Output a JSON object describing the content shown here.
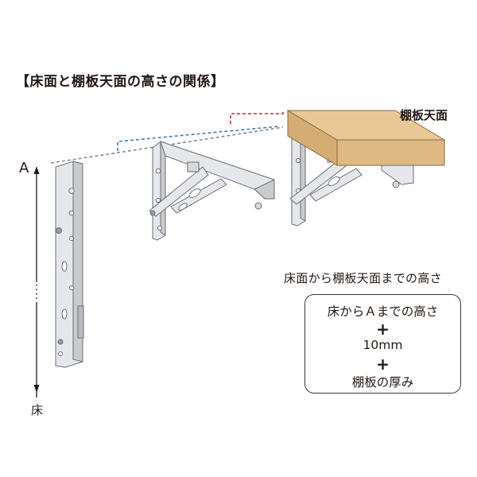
{
  "title": {
    "open_bracket": "【",
    "text": "床面と棚板天面の高さの関係",
    "close_bracket": "】"
  },
  "labels": {
    "shelf_top": "棚板天面",
    "point_a": "A",
    "floor": "床"
  },
  "formula": {
    "caption": "床面から棚板天面までの高さ",
    "line1": "床からＡまでの高さ",
    "plus1": "+",
    "line2": "10mm",
    "plus2": "+",
    "line3": "棚板の厚み"
  },
  "colors": {
    "red_dash": "#d2232a",
    "blue_dash": "#3a7fc1",
    "gray_dash": "#888888",
    "wood": "#e9c896",
    "wood_dark": "#d5ad74",
    "metal": "#e6e7ea",
    "metal_dark": "#a7a9ad"
  }
}
